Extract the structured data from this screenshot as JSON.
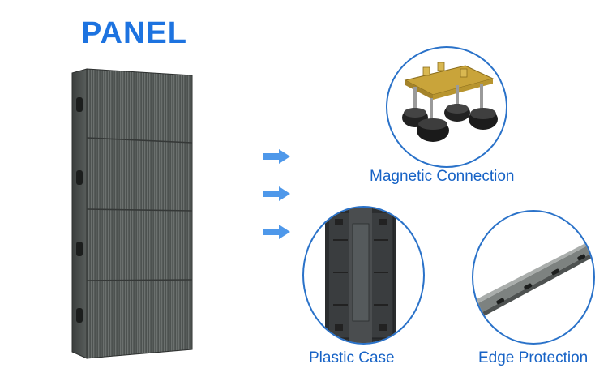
{
  "title": "PANEL",
  "features": [
    {
      "label": "Magnetic Connection",
      "icon": "magnetic-connector-photo"
    },
    {
      "label": "Plastic Case",
      "icon": "plastic-case-photo"
    },
    {
      "label": "Edge Protection",
      "icon": "edge-protection-photo"
    }
  ],
  "colors": {
    "title": "#1d73e0",
    "caption": "#1763c6",
    "circle_border": "#2a72c9",
    "arrow": "#2f86e6"
  }
}
